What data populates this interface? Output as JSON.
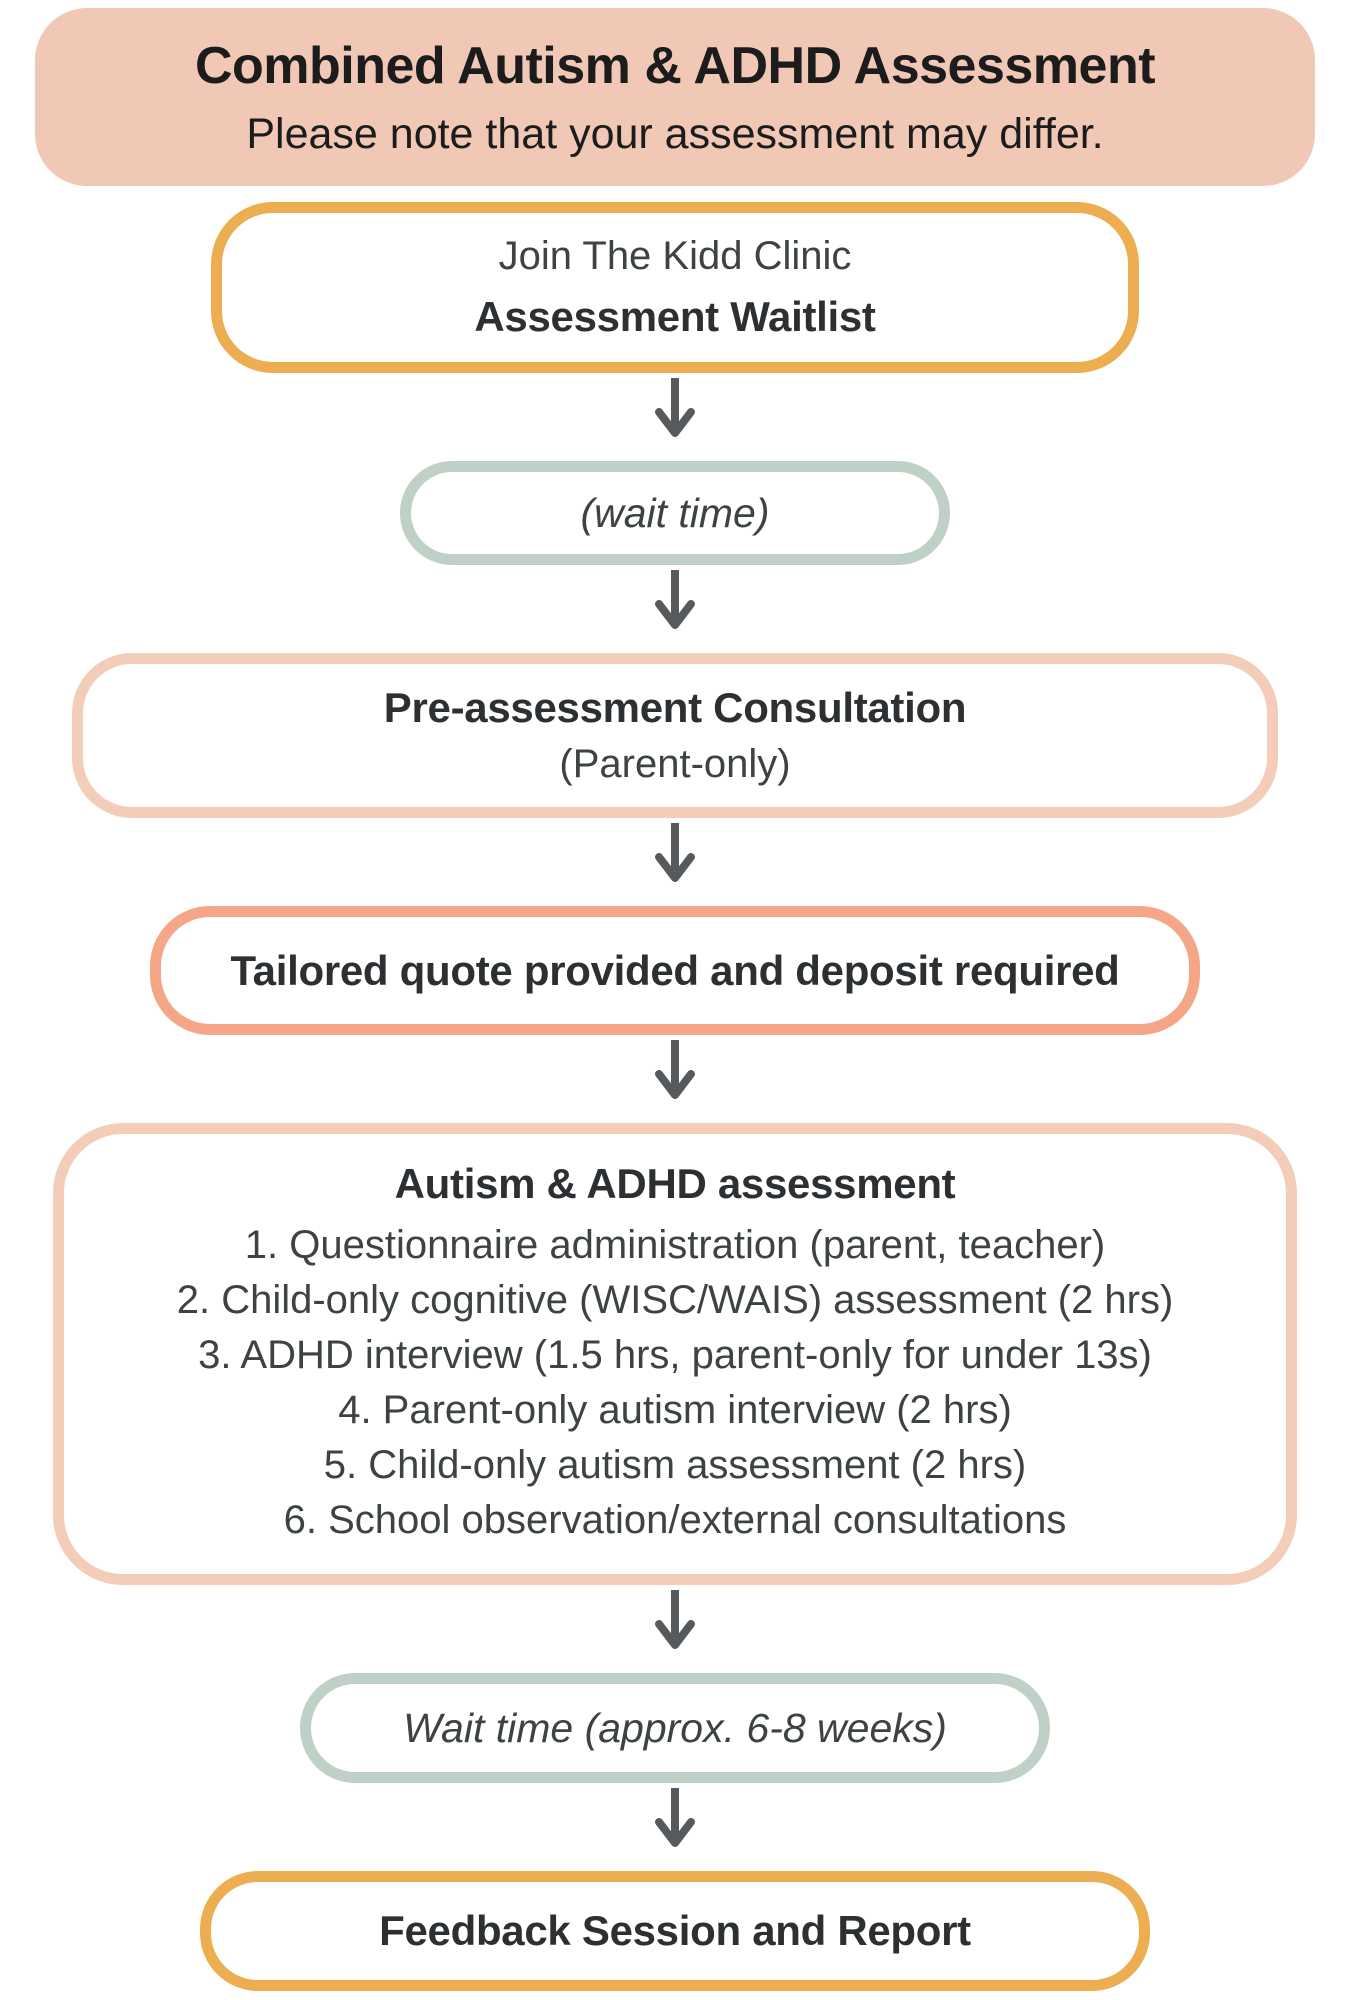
{
  "header": {
    "title": "Combined Autism & ADHD Assessment",
    "subtitle": "Please note that your assessment may differ."
  },
  "steps": {
    "waitlist": {
      "line1": "Join The Kidd Clinic",
      "line2": "Assessment Waitlist"
    },
    "wait1": {
      "text": "(wait time)"
    },
    "preassessment": {
      "line1": "Pre-assessment Consultation",
      "line2": "(Parent-only)"
    },
    "quote": {
      "text": "Tailored quote provided and deposit required"
    },
    "assessment": {
      "title": "Autism & ADHD assessment",
      "items": [
        "1. Questionnaire administration (parent, teacher)",
        "2. Child-only cognitive (WISC/WAIS) assessment (2 hrs)",
        "3. ADHD interview (1.5 hrs, parent-only for under 13s)",
        "4. Parent-only autism interview (2 hrs)",
        "5. Child-only autism assessment (2 hrs)",
        "6. School observation/external consultations"
      ]
    },
    "wait2": {
      "text": "Wait time (approx. 6-8 weeks)"
    },
    "feedback": {
      "text": "Feedback Session and Report"
    }
  },
  "icons": {
    "down_arrow": "down-arrow"
  },
  "colors": {
    "banner_bg": "#F1C8B6",
    "yellow": "#ECAE51",
    "sage": "#BFD0C7",
    "peach": "#F4CDB9",
    "coral": "#F5A687",
    "arrow": "#565A5C",
    "text_strong": "#2D3032",
    "text_regular": "#3D4245",
    "banner_text": "#1C1C1C"
  }
}
